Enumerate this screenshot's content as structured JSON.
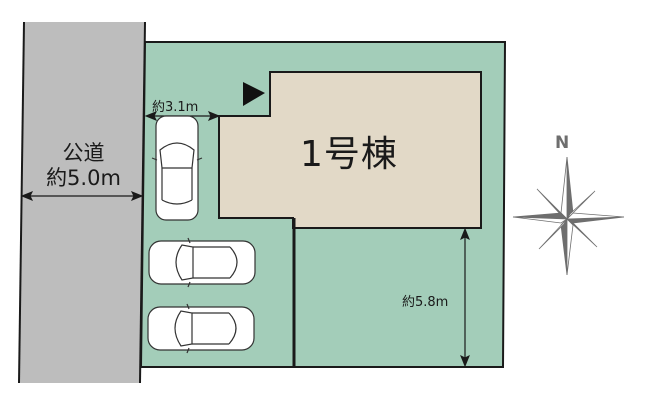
{
  "site_plan": {
    "road": {
      "label": "公道",
      "width_label": "約5.0m"
    },
    "building": {
      "label": "1号棟"
    },
    "dimensions": {
      "frontage": "約3.1m",
      "south_yard": "約5.8m"
    },
    "entrance_marker": "triangle-right",
    "parking": {
      "cars": 3
    },
    "compass": {
      "label": "N"
    },
    "colors": {
      "road": "#bdbdbd",
      "lot": "#a3cdb9",
      "building": "#e2d9c7",
      "outline": "#1a1a1a",
      "compass": "#6e6e6e"
    }
  }
}
